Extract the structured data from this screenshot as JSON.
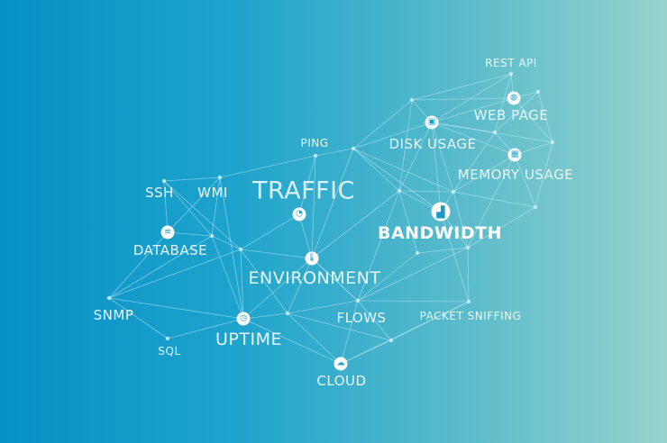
{
  "labels": {
    "rest_api": "REST API",
    "web_page": "WEB PAGE",
    "disk_usage": "DISK USAGE",
    "memory_usage": "MEMORY USAGE",
    "ping": "PING",
    "traffic": "TRAFFIC",
    "bandwidth": "BANDWIDTH",
    "ssh": "SSH",
    "wmi": "WMI",
    "database": "DATABASE",
    "environment": "ENVIRONMENT",
    "snmp": "SNMP",
    "flows": "FLOWS",
    "packet_sniffing": "PACKET SNIFFING",
    "uptime": "UPTIME",
    "sql": "SQL",
    "cloud": "CLOUD"
  },
  "icons": {
    "web_page": "globe-icon",
    "disk_usage": "disk-icon",
    "memory_usage": "memory-chip-icon",
    "traffic": "speedometer-icon",
    "bandwidth": "bar-chart-icon",
    "database": "database-icon",
    "environment": "thermometer-icon",
    "uptime": "stopwatch-icon",
    "cloud": "cloud-icon"
  },
  "colors": {
    "line": "#cdeef5",
    "node": "#ffffff"
  }
}
